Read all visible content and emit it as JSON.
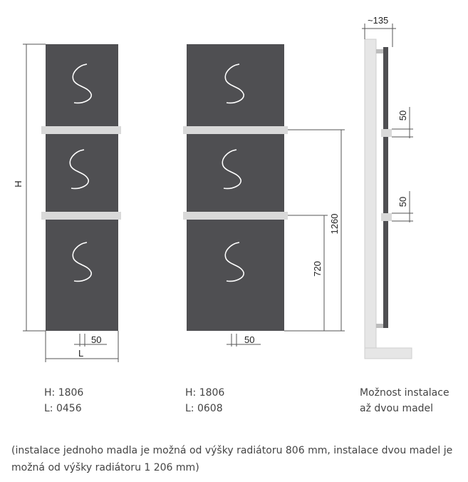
{
  "labels": {
    "height_symbol": "H",
    "width_symbol": "L",
    "side_depth": "~135",
    "handle_offset": "50",
    "handle_height_1": "1260",
    "handle_height_2": "720",
    "side_handle_1": "50",
    "side_handle_2": "50"
  },
  "variants": [
    {
      "h_line": "H: 1806",
      "l_line": "L: 0456"
    },
    {
      "h_line": "H: 1806",
      "l_line": "L: 0608"
    }
  ],
  "side_caption": [
    "Možnost instalace",
    "až dvou madel"
  ],
  "footnote": "(instalace jednoho madla je možná od výšky radiátoru 806 mm, instalace dvou madel je možná od výšky radiátoru 1 206 mm)",
  "colors": {
    "panel": "#4f4f52",
    "handle": "#d9d9d9",
    "frame": "#e6e6e6",
    "line": "#555555",
    "squiggle": "#ffffff"
  },
  "icons": [
    "squiggle-s-icon"
  ]
}
